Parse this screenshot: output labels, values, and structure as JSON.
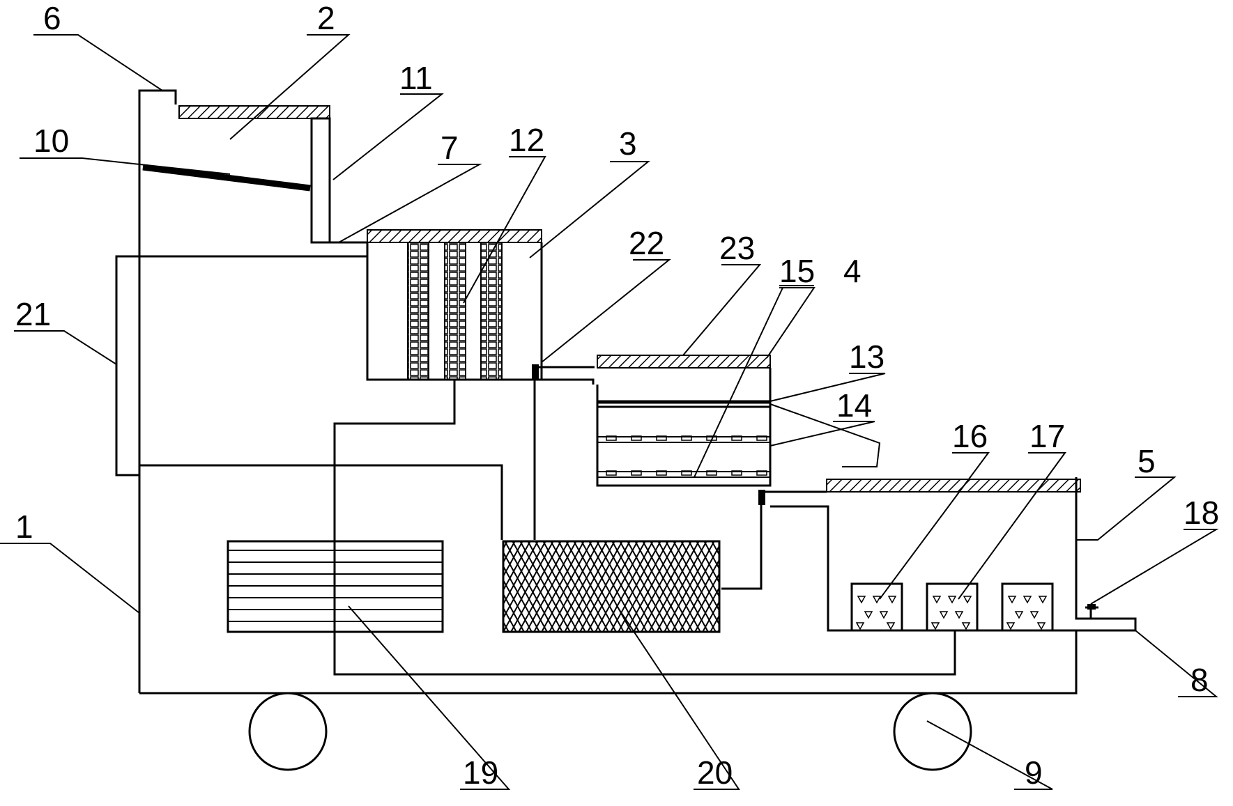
{
  "diagram": {
    "labels": [
      {
        "id": "1",
        "text": "1"
      },
      {
        "id": "2",
        "text": "2"
      },
      {
        "id": "3",
        "text": "3"
      },
      {
        "id": "4",
        "text": "4"
      },
      {
        "id": "5",
        "text": "5"
      },
      {
        "id": "6",
        "text": "6"
      },
      {
        "id": "7",
        "text": "7"
      },
      {
        "id": "8",
        "text": "8"
      },
      {
        "id": "9",
        "text": "9"
      },
      {
        "id": "10",
        "text": "10"
      },
      {
        "id": "11",
        "text": "11"
      },
      {
        "id": "12",
        "text": "12"
      },
      {
        "id": "13",
        "text": "13"
      },
      {
        "id": "14",
        "text": "14"
      },
      {
        "id": "15",
        "text": "15"
      },
      {
        "id": "16",
        "text": "16"
      },
      {
        "id": "17",
        "text": "17"
      },
      {
        "id": "18",
        "text": "18"
      },
      {
        "id": "19",
        "text": "19"
      },
      {
        "id": "20",
        "text": "20"
      },
      {
        "id": "21",
        "text": "21"
      },
      {
        "id": "22",
        "text": "22"
      },
      {
        "id": "23",
        "text": "23"
      }
    ],
    "colors": {
      "line": "#000000",
      "background": "#ffffff"
    }
  }
}
